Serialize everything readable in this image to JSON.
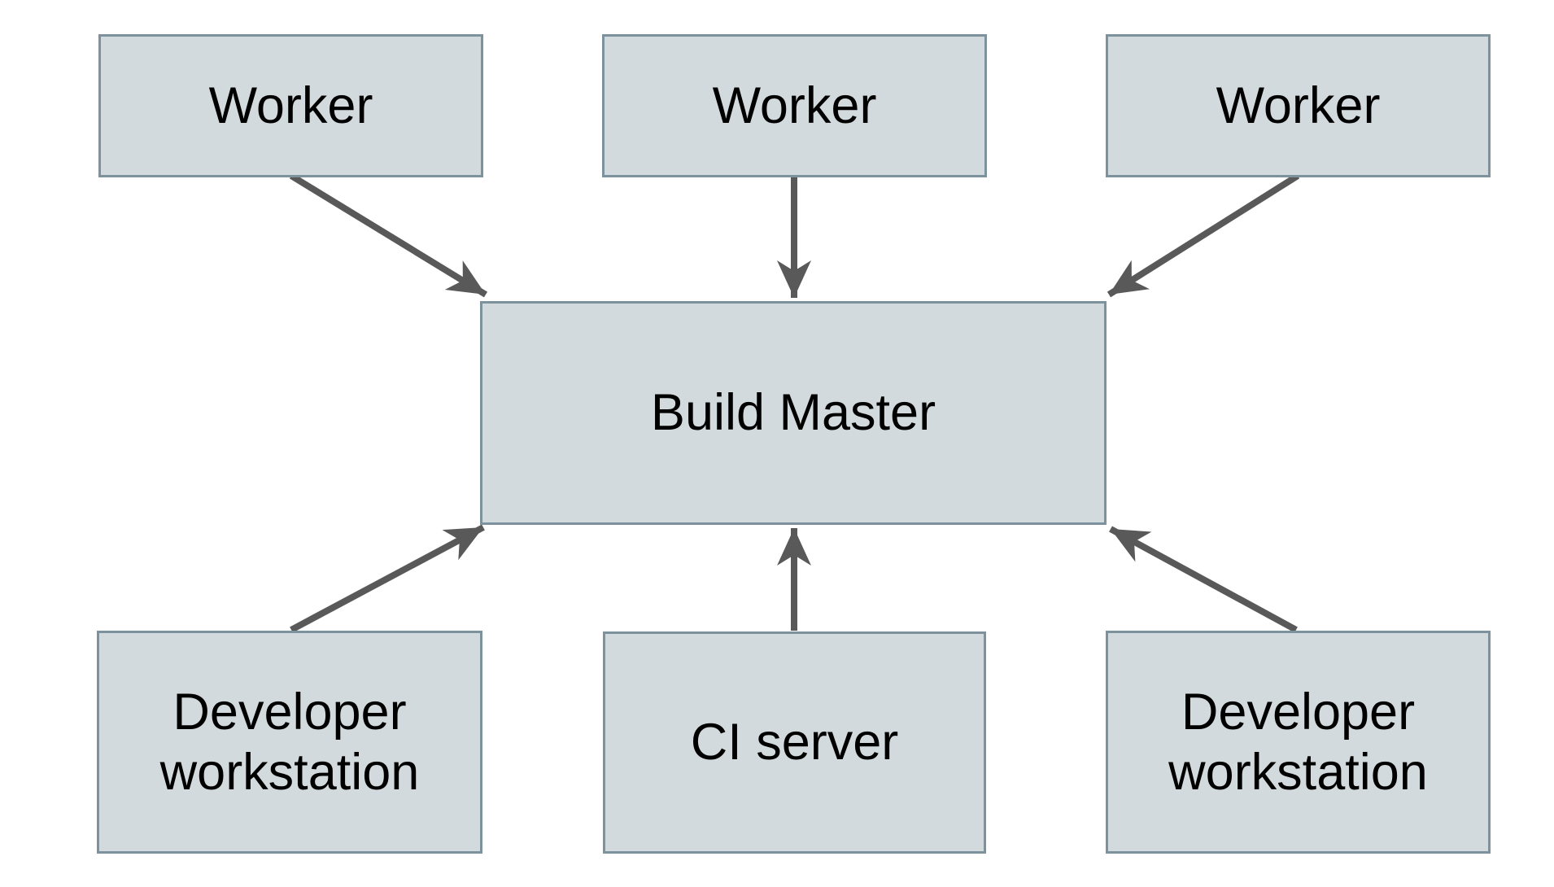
{
  "diagram": {
    "type": "architecture-diagram",
    "background": "#ffffff",
    "colors": {
      "node_fill": "#d3dadd",
      "node_border": "#7e929d",
      "arrow": "#595959",
      "text": "#000000"
    },
    "nodes": [
      {
        "id": "worker-1",
        "label": "Worker"
      },
      {
        "id": "worker-2",
        "label": "Worker"
      },
      {
        "id": "worker-3",
        "label": "Worker"
      },
      {
        "id": "build-master",
        "label": "Build Master"
      },
      {
        "id": "dev-workstation-left",
        "label": "Developer workstation"
      },
      {
        "id": "ci-server",
        "label": "CI server"
      },
      {
        "id": "dev-workstation-right",
        "label": "Developer workstation"
      }
    ],
    "edges": [
      {
        "from": "worker-1",
        "to": "build-master"
      },
      {
        "from": "worker-2",
        "to": "build-master"
      },
      {
        "from": "worker-3",
        "to": "build-master"
      },
      {
        "from": "dev-workstation-left",
        "to": "build-master"
      },
      {
        "from": "ci-server",
        "to": "build-master"
      },
      {
        "from": "dev-workstation-right",
        "to": "build-master"
      }
    ]
  }
}
